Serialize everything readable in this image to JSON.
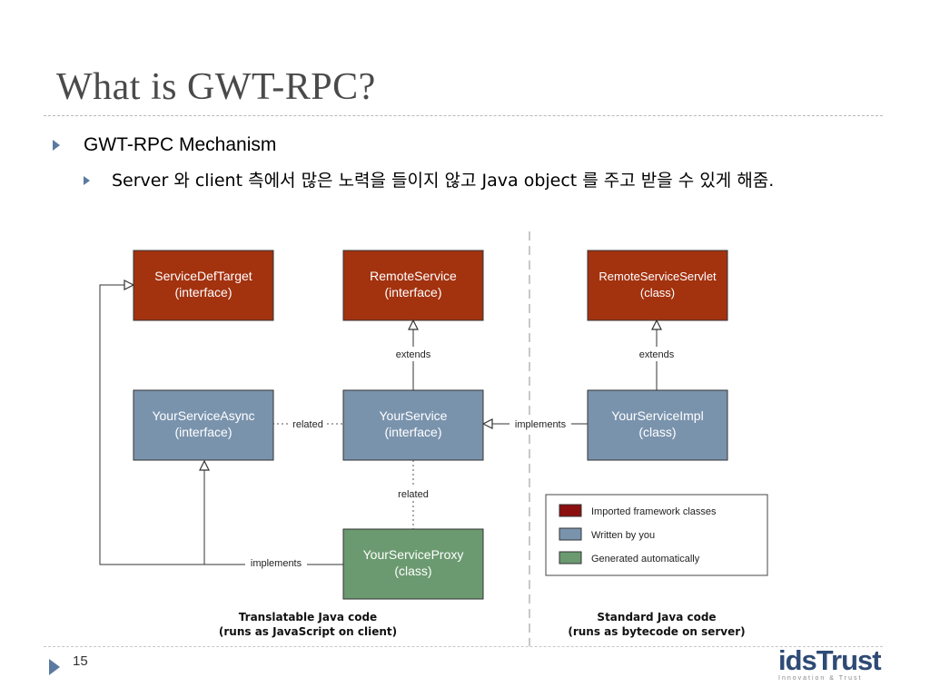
{
  "slide": {
    "title": "What is GWT-RPC?",
    "bullet1": "GWT-RPC Mechanism",
    "bullet2": "Server 와 client 측에서 많은 노력을 들이지 않고 Java object 를 주고 받을 수 있게 해줌.",
    "page_number": "15"
  },
  "diagram": {
    "boxes": {
      "service_def_target": {
        "line1": "ServiceDefTarget",
        "line2": "(interface)"
      },
      "remote_service": {
        "line1": "RemoteService",
        "line2": "(interface)"
      },
      "remote_service_servlet": {
        "line1": "RemoteServiceServlet",
        "line2": "(class)"
      },
      "your_service_async": {
        "line1": "YourServiceAsync",
        "line2": "(interface)"
      },
      "your_service": {
        "line1": "YourService",
        "line2": "(interface)"
      },
      "your_service_impl": {
        "line1": "YourServiceImpl",
        "line2": "(class)"
      },
      "your_service_proxy": {
        "line1": "YourServiceProxy",
        "line2": "(class)"
      }
    },
    "edge_labels": {
      "extends_left": "extends",
      "extends_right": "extends",
      "related_horizontal": "related",
      "related_vertical": "related",
      "implements_right": "implements",
      "implements_left": "implements"
    },
    "legend": {
      "imported": "Imported framework classes",
      "written": "Written by you",
      "generated": "Generated automatically"
    },
    "captions": {
      "left_line1": "Translatable Java code",
      "left_line2": "(runs as JavaScript on client)",
      "right_line1": "Standard Java code",
      "right_line2": "(runs as bytecode on server)"
    },
    "colors": {
      "framework": "#a3320f",
      "written": "#7a93ad",
      "generated": "#6b9a70"
    }
  },
  "logo": {
    "main": "idsTrust",
    "sub": "Innovation & Trust"
  }
}
